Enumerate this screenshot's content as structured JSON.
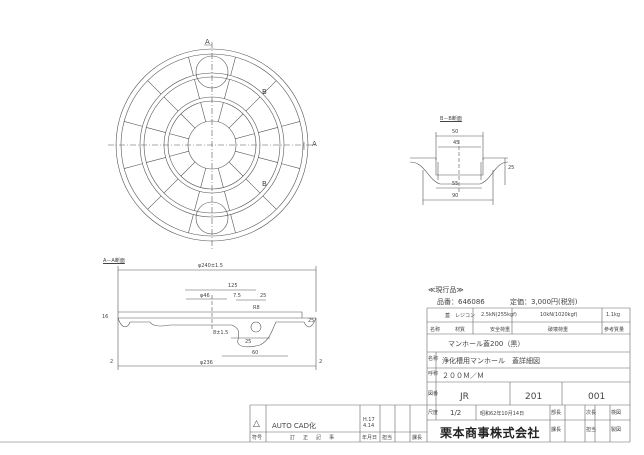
{
  "views": {
    "top_view": {
      "section_mark_a": "A",
      "section_mark_b": "B"
    },
    "section_bb": {
      "title": "B－B断面",
      "dims": [
        "50",
        "45",
        "25",
        "55",
        "90"
      ]
    },
    "section_aa": {
      "title": "A－A断面",
      "dims": [
        "φ240±1.5",
        "125",
        "φ46",
        "7.5",
        "25",
        "16",
        "8±1.5",
        "R8",
        "25",
        "25",
        "60",
        "2",
        "φ236",
        "2"
      ]
    }
  },
  "product": {
    "status": "≪現行品≫",
    "code_label": "品番：646086",
    "price_label": "定価：3,000円(税別)",
    "row_values": [
      "蓋",
      "レジコン",
      "2.5kN(255kgf)",
      "10kN(1020kgf)",
      "1.1kg"
    ],
    "row_headers": [
      "名称",
      "材質",
      "安全荷重",
      "破壊荷重",
      "参考質量"
    ],
    "name": "マンホール蓋200（黒）",
    "title_label": "名称",
    "title": "浄化槽用マンホール　蓋詳細図",
    "spec_label": "呼称",
    "spec": "２００Ｍ／Ｍ"
  },
  "title_block": {
    "drawing_no_label": "図番",
    "drawing_no": [
      "JR",
      "201",
      "001"
    ],
    "scale_label": "尺度",
    "scale": "1/2",
    "date": "昭和62年10月14日",
    "company": "栗本商事株式会社",
    "approvals": [
      "部長",
      "課長",
      "次長",
      "担当",
      "検図",
      "製図"
    ]
  },
  "revision": {
    "mark": "△",
    "note": "AUTO CAD化",
    "date": "H.17 4.14",
    "headers": [
      "符号",
      "訂正記事",
      "年月日",
      "担当",
      "課長"
    ]
  }
}
